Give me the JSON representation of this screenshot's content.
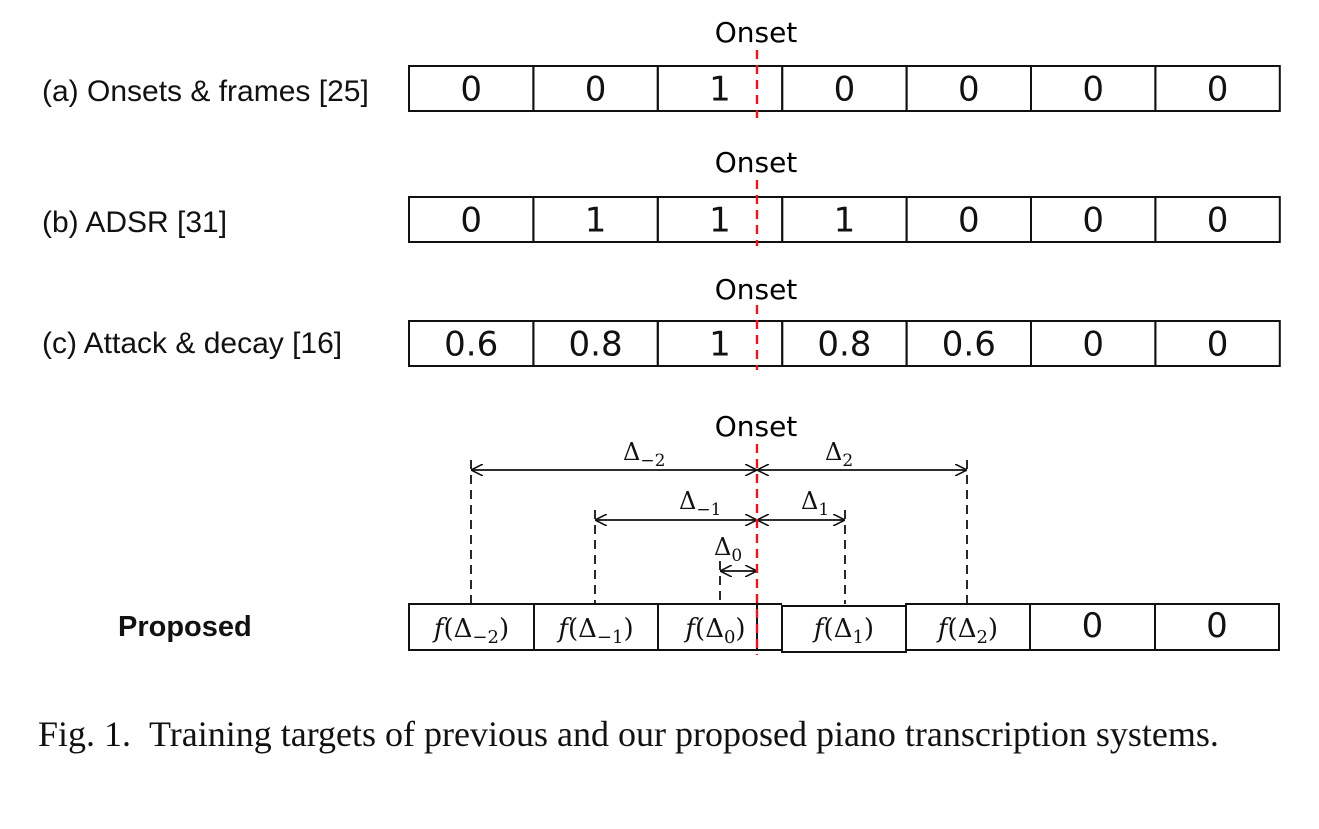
{
  "colors": {
    "onset": "#e8151b",
    "ink": "#111111",
    "background": "#ffffff"
  },
  "onset_label": "Onset",
  "rows": [
    {
      "label": "(a) Onsets & frames [25]",
      "cells": [
        "0",
        "0",
        "1",
        "0",
        "0",
        "0",
        "0"
      ]
    },
    {
      "label": "(b) ADSR [31]",
      "cells": [
        "0",
        "1",
        "1",
        "1",
        "0",
        "0",
        "0"
      ]
    },
    {
      "label": "(c) Attack & decay [16]",
      "cells": [
        "0.6",
        "0.8",
        "1",
        "0.8",
        "0.6",
        "0",
        "0"
      ]
    }
  ],
  "proposed": {
    "label": "Proposed",
    "cells": [
      {
        "fn": "f(Δ",
        "sub": "−2",
        "close": ")"
      },
      {
        "fn": "f(Δ",
        "sub": "−1",
        "close": ")"
      },
      {
        "fn": "f(Δ",
        "sub": "0",
        "close": ")"
      },
      {
        "fn": "f(Δ",
        "sub": "1",
        "close": ")"
      },
      {
        "fn": "f(Δ",
        "sub": "2",
        "close": ")"
      },
      {
        "fn": "",
        "sub": "",
        "close": "0"
      },
      {
        "fn": "",
        "sub": "",
        "close": "0"
      }
    ],
    "deltas": [
      {
        "symbol": "Δ",
        "sub": "−2"
      },
      {
        "symbol": "Δ",
        "sub": "−1"
      },
      {
        "symbol": "Δ",
        "sub": "0"
      },
      {
        "symbol": "Δ",
        "sub": "1"
      },
      {
        "symbol": "Δ",
        "sub": "2"
      }
    ]
  },
  "caption": {
    "figure_number": "Fig. 1.",
    "text": "Training targets of previous and our proposed piano transcription systems."
  }
}
